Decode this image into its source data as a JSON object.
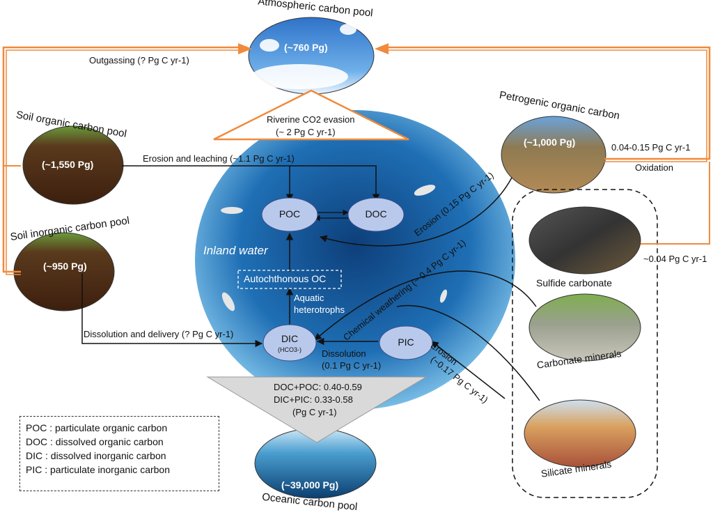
{
  "pools": {
    "atmospheric": {
      "title": "Atmospheric carbon pool",
      "size": "(~760 Pg)"
    },
    "soil_organic": {
      "title": "Soil organic carbon pool",
      "size": "(~1,550 Pg)"
    },
    "soil_inorganic": {
      "title": "Soil inorganic carbon pool",
      "size": "(~950 Pg)"
    },
    "petrogenic": {
      "title": "Petrogenic organic carbon",
      "size": "(~1,000 Pg)"
    },
    "oceanic": {
      "title": "Oceanic carbon pool",
      "size": "(~39,000 Pg)"
    }
  },
  "fluxes": {
    "outgassing": "Outgassing (? Pg C yr-1)",
    "evasion_line1": "Riverine CO2 evasion",
    "evasion_line2": "(~ 2 Pg C yr-1)",
    "erosion_leaching": "Erosion and leaching (~1.1 Pg C yr-1)",
    "petro_oxidation_value": "0.04-0.15 Pg C yr-1",
    "oxidation": "Oxidation",
    "erosion_petro": "Erosion (0.15 Pg C yr-1)",
    "sulfide_flux": "~0.04 Pg C yr-1",
    "chemical_weathering": "Chemical weathering (~ 0.4 Pg C yr-1)",
    "dissolution_delivery": "Dissolution and delivery (? Pg C yr-1)",
    "dissolution_line1": "Dissolution",
    "dissolution_line2": "(0.1 Pg C yr-1)",
    "erosion_pic_line1": "Erosion",
    "erosion_pic_line2": "(~0.17 Pg C yr-1)",
    "export_line1": "DOC+POC: 0.40-0.59",
    "export_line2": "DIC+PIC: 0.33-0.58",
    "export_line3": "(Pg C yr-1)"
  },
  "nodes": {
    "poc": "POC",
    "doc": "DOC",
    "dic": "DIC",
    "dic_sub": "(HCO3-)",
    "pic": "PIC",
    "autochthonous": "Autochthonous OC",
    "aquatic_line1": "Aquatic",
    "aquatic_line2": "heterotrophs",
    "inland_water": "Inland water"
  },
  "minerals": {
    "sulfide": "Sulfide carbonate",
    "carbonate": "Carbonate minerals",
    "silicate": "Silicate minerals"
  },
  "legend": [
    "POC : particulate organic carbon",
    "DOC : dissolved organic carbon",
    "DIC : dissolved inorganic carbon",
    "PIC : particulate inorganic carbon"
  ],
  "colors": {
    "orange_arrow": "#f08a3c",
    "water_dark": "#0d4a8c",
    "water_light": "#7fc6ee",
    "node_fill": "#b9c9ec",
    "soil": "#6e3b1f",
    "export_triangle": "#d9d9d9"
  }
}
